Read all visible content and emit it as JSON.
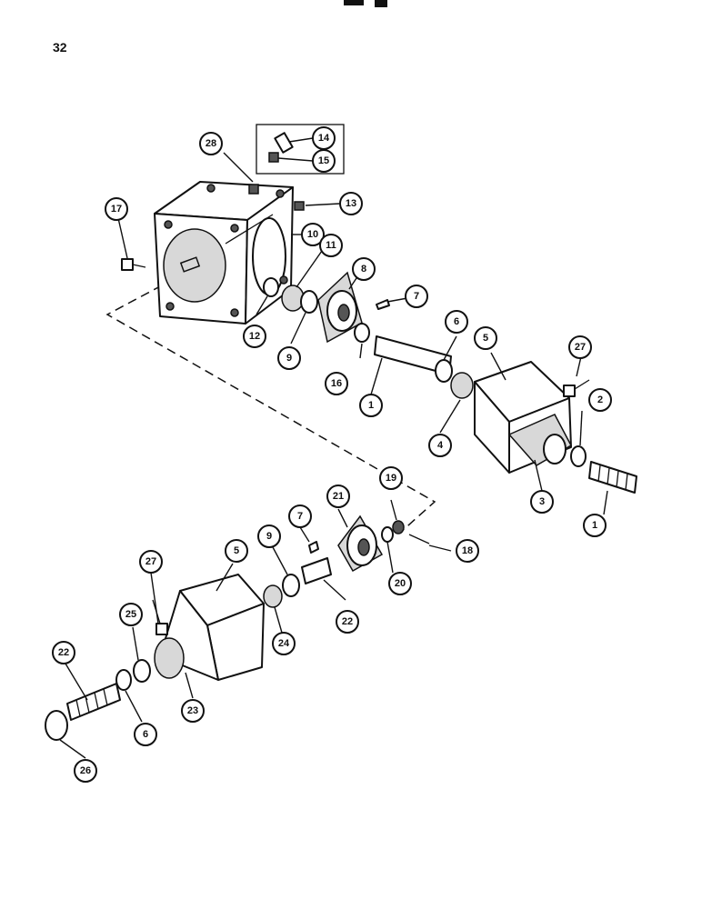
{
  "page_number": "32",
  "callouts": [
    {
      "label": "28"
    },
    {
      "label": "14"
    },
    {
      "label": "15"
    },
    {
      "label": "13"
    },
    {
      "label": "17"
    },
    {
      "label": "10"
    },
    {
      "label": "11"
    },
    {
      "label": "8"
    },
    {
      "label": "7"
    },
    {
      "label": "12"
    },
    {
      "label": "9"
    },
    {
      "label": "6"
    },
    {
      "label": "5"
    },
    {
      "label": "27"
    },
    {
      "label": "16"
    },
    {
      "label": "1"
    },
    {
      "label": "2"
    },
    {
      "label": "4"
    },
    {
      "label": "3"
    },
    {
      "label": "1"
    },
    {
      "label": "21"
    },
    {
      "label": "19"
    },
    {
      "label": "7"
    },
    {
      "label": "18"
    },
    {
      "label": "20"
    },
    {
      "label": "27"
    },
    {
      "label": "5"
    },
    {
      "label": "9"
    },
    {
      "label": "25"
    },
    {
      "label": "24"
    },
    {
      "label": "22"
    },
    {
      "label": "22"
    },
    {
      "label": "23"
    },
    {
      "label": "6"
    },
    {
      "label": "26"
    }
  ]
}
